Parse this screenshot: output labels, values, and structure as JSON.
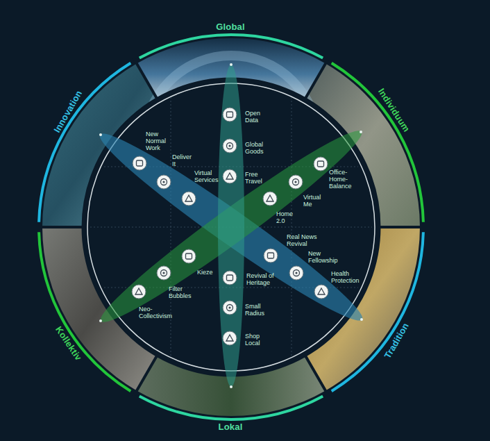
{
  "diagram": {
    "labels": [
      "Global",
      "Individuum",
      "Tradition",
      "Lokal",
      "Kollektiv",
      "Innovation",
      "Open Data",
      "Global Goods",
      "Free Travel",
      "Revival of Heritage",
      "Small Radius",
      "Shop Local",
      "New Normal Work",
      "Deliver It",
      "Virtual Services",
      "Real News Revival",
      "New Fellowship",
      "Health Protection",
      "Office-Home-Balance",
      "Virtual Me",
      "Home 2.0",
      "Kieze",
      "Filter Bubbles",
      "Neo-Collectivism"
    ]
  }
}
